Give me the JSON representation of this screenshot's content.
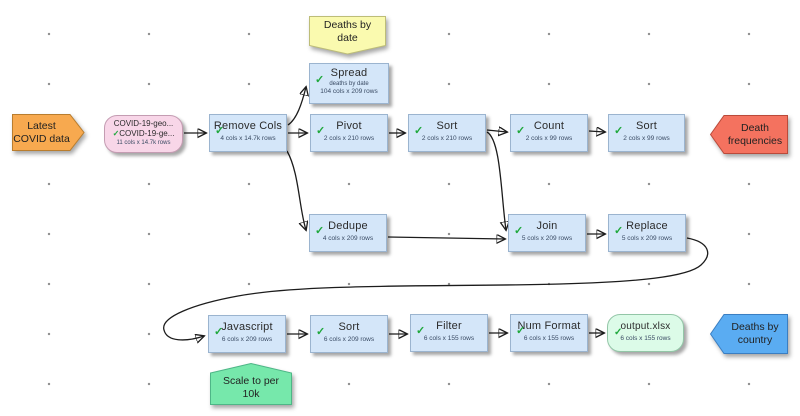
{
  "glyphs": {
    "check": "✓"
  },
  "colors": {
    "process_fill": "#d4e6f9",
    "input_fill": "#f8d6e8",
    "output_fill": "#dcfbe8",
    "note_yellow": "#fafaaf",
    "note_green": "#76e8ab",
    "flag_orange": "#f7a94f",
    "flag_red": "#f4725f",
    "flag_blue": "#5aacf2",
    "check_green": "#1fa83c",
    "edge": "#1c1c1c"
  },
  "diagram": {
    "flag_latest": {
      "line1": "Latest",
      "line2": "COVID data"
    },
    "source": {
      "line1": "COVID-19-geo...",
      "line2": "COVID-19-ge...",
      "rows": "11 cols x 14.7k rows"
    },
    "remove_cols": {
      "title": "Remove Cols",
      "rows": "4 cols x 14.7k rows"
    },
    "note_deaths_by_date": {
      "line1": "Deaths by",
      "line2": "date"
    },
    "spread": {
      "title": "Spread",
      "sub": "deaths by date",
      "rows": "104 cols x 209 rows"
    },
    "pivot": {
      "title": "Pivot",
      "rows": "2 cols x 210 rows"
    },
    "sort1": {
      "title": "Sort",
      "rows": "2 cols x 210 rows"
    },
    "count": {
      "title": "Count",
      "rows": "2 cols x 99 rows"
    },
    "sort2": {
      "title": "Sort",
      "rows": "2 cols x 99 rows"
    },
    "flag_death_frequencies": {
      "line1": "Death",
      "line2": "frequencies"
    },
    "dedupe": {
      "title": "Dedupe",
      "rows": "4 cols x 209 rows"
    },
    "join": {
      "title": "Join",
      "rows": "5 cols x 209 rows"
    },
    "replace": {
      "title": "Replace",
      "rows": "5 cols x 209 rows"
    },
    "javascript": {
      "title": "Javascript",
      "rows": "6 cols x 209 rows"
    },
    "sort3": {
      "title": "Sort",
      "rows": "6 cols x 209 rows"
    },
    "filter": {
      "title": "Filter",
      "rows": "6 cols x 155 rows"
    },
    "num_format": {
      "title": "Num Format",
      "rows": "6 cols x 155 rows"
    },
    "output": {
      "title": "output.xlsx",
      "rows": "6 cols x 155 rows"
    },
    "flag_deaths_by_country": {
      "line1": "Deaths by",
      "line2": "country"
    },
    "note_scale": {
      "line1": "Scale to per",
      "line2": "10k"
    }
  }
}
